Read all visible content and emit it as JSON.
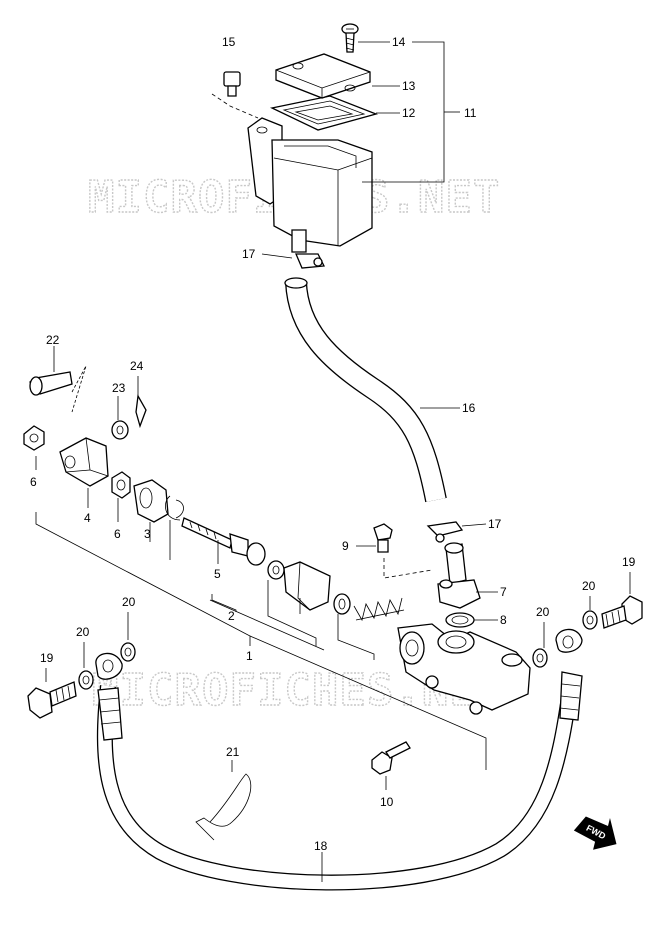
{
  "watermark": "MICROFICHES.NET",
  "fwd_label": "FWD",
  "callouts": {
    "c1": "1",
    "c2": "2",
    "c3": "3",
    "c4": "4",
    "c5": "5",
    "c6a": "6",
    "c6b": "6",
    "c7": "7",
    "c8": "8",
    "c9": "9",
    "c10": "10",
    "c11": "11",
    "c12": "12",
    "c13": "13",
    "c14": "14",
    "c15": "15",
    "c16": "16",
    "c17a": "17",
    "c17b": "17",
    "c18": "18",
    "c19a": "19",
    "c19b": "19",
    "c20a": "20",
    "c20b": "20",
    "c20c": "20",
    "c20d": "20",
    "c21": "21",
    "c22": "22",
    "c23": "23",
    "c24": "24"
  }
}
